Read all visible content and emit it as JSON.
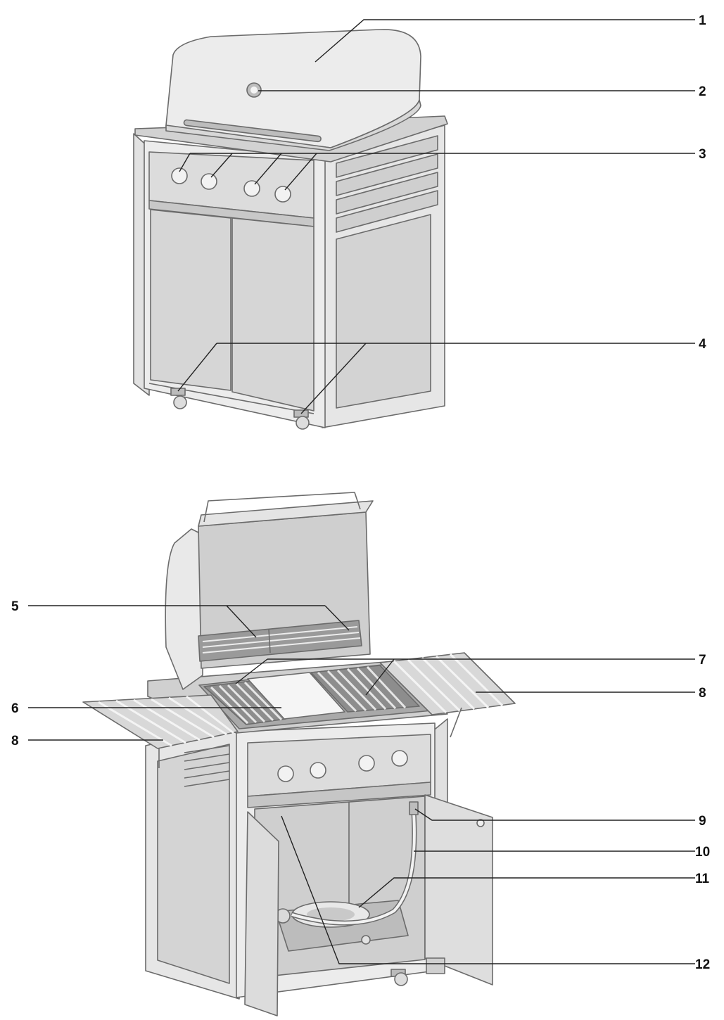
{
  "figure": {
    "callouts": [
      "1",
      "2",
      "3",
      "4",
      "5",
      "6",
      "7",
      "8",
      "8",
      "9",
      "10",
      "11",
      "12"
    ]
  },
  "colors": {
    "steel_light": "#eeeeee",
    "steel_mid": "#d9d9d9",
    "steel_dark": "#b9b9b9",
    "edge": "#6b6b6b",
    "interior": "#cfcfcf",
    "grate": "#8d8d8d",
    "lead_line": "#222222"
  },
  "icons": [
    "knob-icon",
    "wheel-icon",
    "thermometer-icon",
    "handle-icon"
  ]
}
